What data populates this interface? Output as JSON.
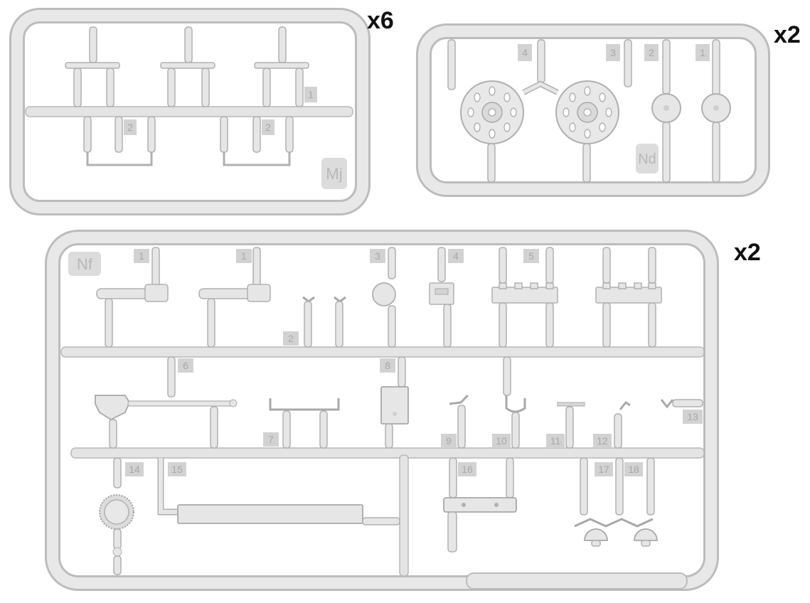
{
  "multipliers": {
    "sprue_mj": "x6",
    "sprue_nd": "x2",
    "sprue_nf": "x2"
  },
  "sprue_labels": {
    "mj": "Mj",
    "nd": "Nd",
    "nf": "Nf"
  },
  "mj_part_numbers": [
    "1",
    "2",
    "2"
  ],
  "nd_part_numbers": [
    "4",
    "3",
    "2",
    "1"
  ],
  "nf_part_numbers": [
    "1",
    "1",
    "2",
    "3",
    "4",
    "5",
    "6",
    "7",
    "8",
    "9",
    "10",
    "11",
    "12",
    "13",
    "14",
    "15",
    "16",
    "17",
    "18"
  ],
  "colors": {
    "plastic": "#e6e6e6",
    "plastic_edge": "#b9b9b9",
    "plastic_shadow": "#cfcfcf",
    "tag": "#d0d0d0",
    "number_text": "#a8a8a8",
    "multiplier_text": "#111111"
  }
}
